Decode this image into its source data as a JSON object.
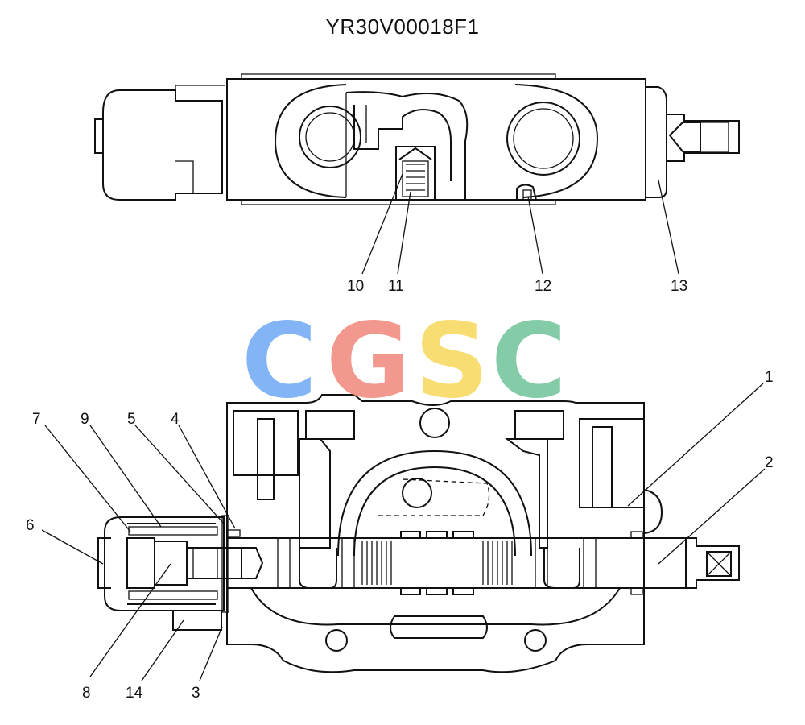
{
  "title": "YR30V00018F1",
  "watermark": {
    "letters": [
      {
        "char": "C",
        "color": "#6ea8f5"
      },
      {
        "char": "G",
        "color": "#f2877c"
      },
      {
        "char": "S",
        "color": "#f7d85a"
      },
      {
        "char": "C",
        "color": "#6fc49a"
      }
    ]
  },
  "callouts": {
    "top": [
      {
        "id": "10",
        "label": "10"
      },
      {
        "id": "11",
        "label": "11"
      },
      {
        "id": "12",
        "label": "12"
      },
      {
        "id": "13",
        "label": "13"
      }
    ],
    "bottom": [
      {
        "id": "1",
        "label": "1"
      },
      {
        "id": "2",
        "label": "2"
      },
      {
        "id": "3",
        "label": "3"
      },
      {
        "id": "4",
        "label": "4"
      },
      {
        "id": "5",
        "label": "5"
      },
      {
        "id": "6",
        "label": "6"
      },
      {
        "id": "7",
        "label": "7"
      },
      {
        "id": "8",
        "label": "8"
      },
      {
        "id": "9",
        "label": "9"
      },
      {
        "id": "14",
        "label": "14"
      }
    ]
  }
}
